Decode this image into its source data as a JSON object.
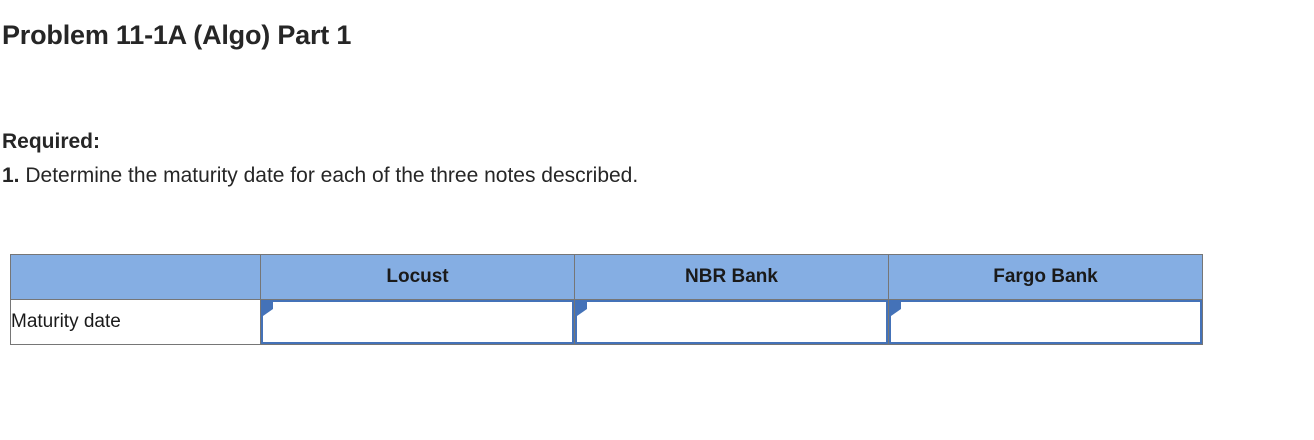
{
  "heading": {
    "title": "Problem 11-1A (Algo) Part 1"
  },
  "instructions": {
    "required_label": "Required:",
    "item_number": "1.",
    "item_text": " Determine the maturity date for each of the three notes described."
  },
  "table": {
    "columns": [
      {
        "key": "row_label",
        "label": ""
      },
      {
        "key": "locust",
        "label": "Locust"
      },
      {
        "key": "nbr_bank",
        "label": "NBR Bank"
      },
      {
        "key": "fargo_bank",
        "label": "Fargo Bank"
      }
    ],
    "rows": [
      {
        "label": "Maturity date",
        "cells": [
          {
            "name": "locust",
            "value": "",
            "placeholder": ""
          },
          {
            "name": "nbr-bank",
            "value": "",
            "placeholder": ""
          },
          {
            "name": "fargo-bank",
            "value": "",
            "placeholder": ""
          }
        ]
      }
    ]
  },
  "colors": {
    "header_blue": "#85AEE3",
    "input_border_blue": "#4472B8",
    "table_border_gray": "#767676",
    "text": "#262626",
    "background": "#FFFFFF"
  }
}
